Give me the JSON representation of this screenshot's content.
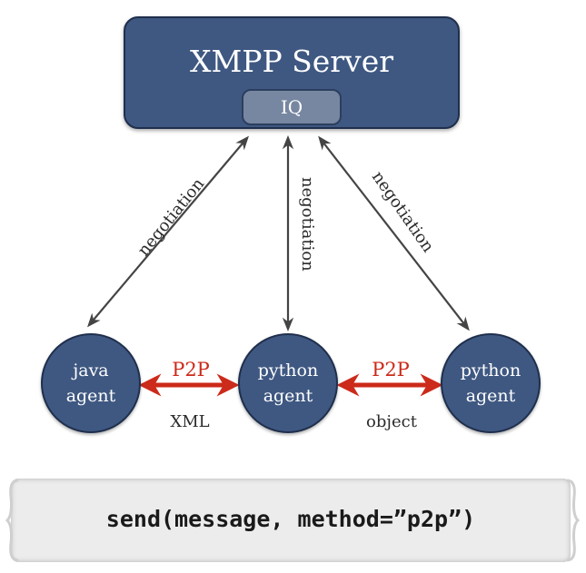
{
  "server": {
    "title": "XMPP Server",
    "iq_label": "IQ"
  },
  "agents": [
    {
      "line1": "java",
      "line2": "agent"
    },
    {
      "line1": "python",
      "line2": "agent"
    },
    {
      "line1": "python",
      "line2": "agent"
    }
  ],
  "negotiation": [
    "negotiation",
    "negotiation",
    "negotiation"
  ],
  "p2p_links": [
    {
      "label": "P2P",
      "type": "XML"
    },
    {
      "label": "P2P",
      "type": "object"
    }
  ],
  "code": "send(message, method=”p2p”)",
  "colors": {
    "node": "#3f5882",
    "p2p": "#cc2a1a"
  }
}
